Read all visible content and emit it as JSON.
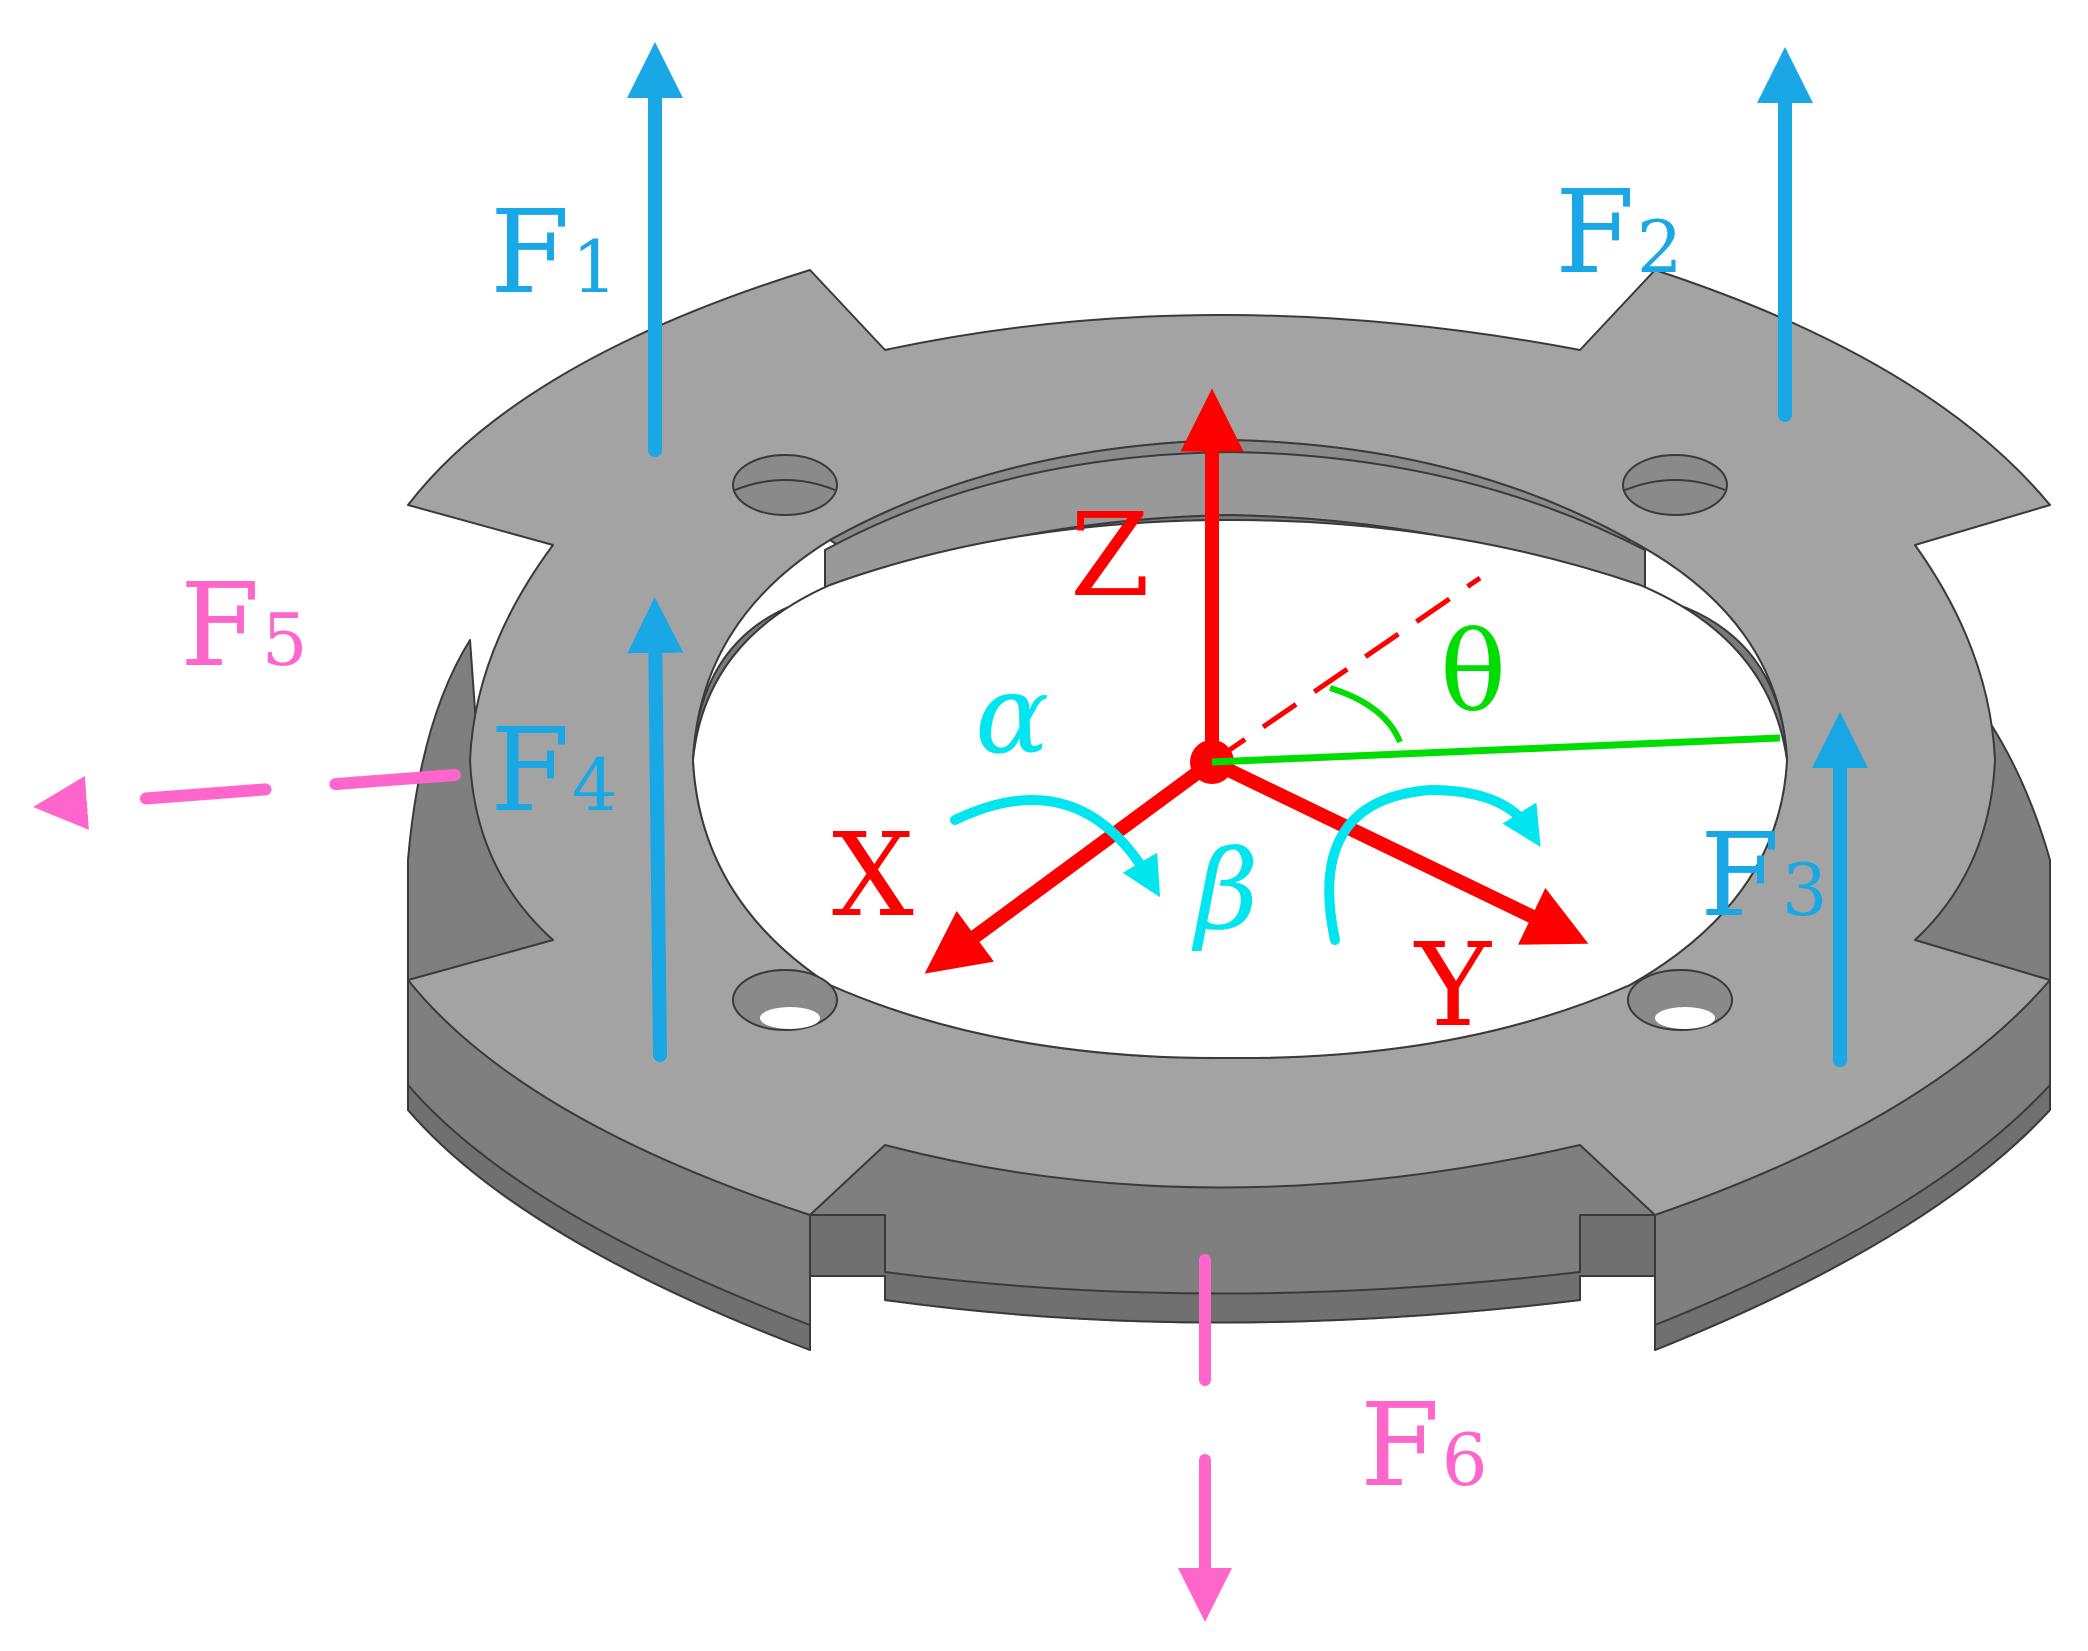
{
  "colors": {
    "ring_top": "#a3a3a3",
    "ring_side": "#7f7f7f",
    "ring_side_dark": "#6f6f6f",
    "outline": "#3a3a3a",
    "blue_force": "#1aa7e6",
    "pink_force": "#ff66cc",
    "axis_red": "#ff0000",
    "cyan_moment": "#00e5ee",
    "green_angle": "#00dd00"
  },
  "labels": {
    "f1_main": "F",
    "f1_sub": "1",
    "f2_main": "F",
    "f2_sub": "2",
    "f3_main": "F",
    "f3_sub": "3",
    "f4_main": "F",
    "f4_sub": "4",
    "f5_main": "F",
    "f5_sub": "5",
    "f6_main": "F",
    "f6_sub": "6",
    "axis_x": "X",
    "axis_y": "Y",
    "axis_z": "Z",
    "theta": "θ",
    "alpha": "α",
    "beta": "β"
  }
}
